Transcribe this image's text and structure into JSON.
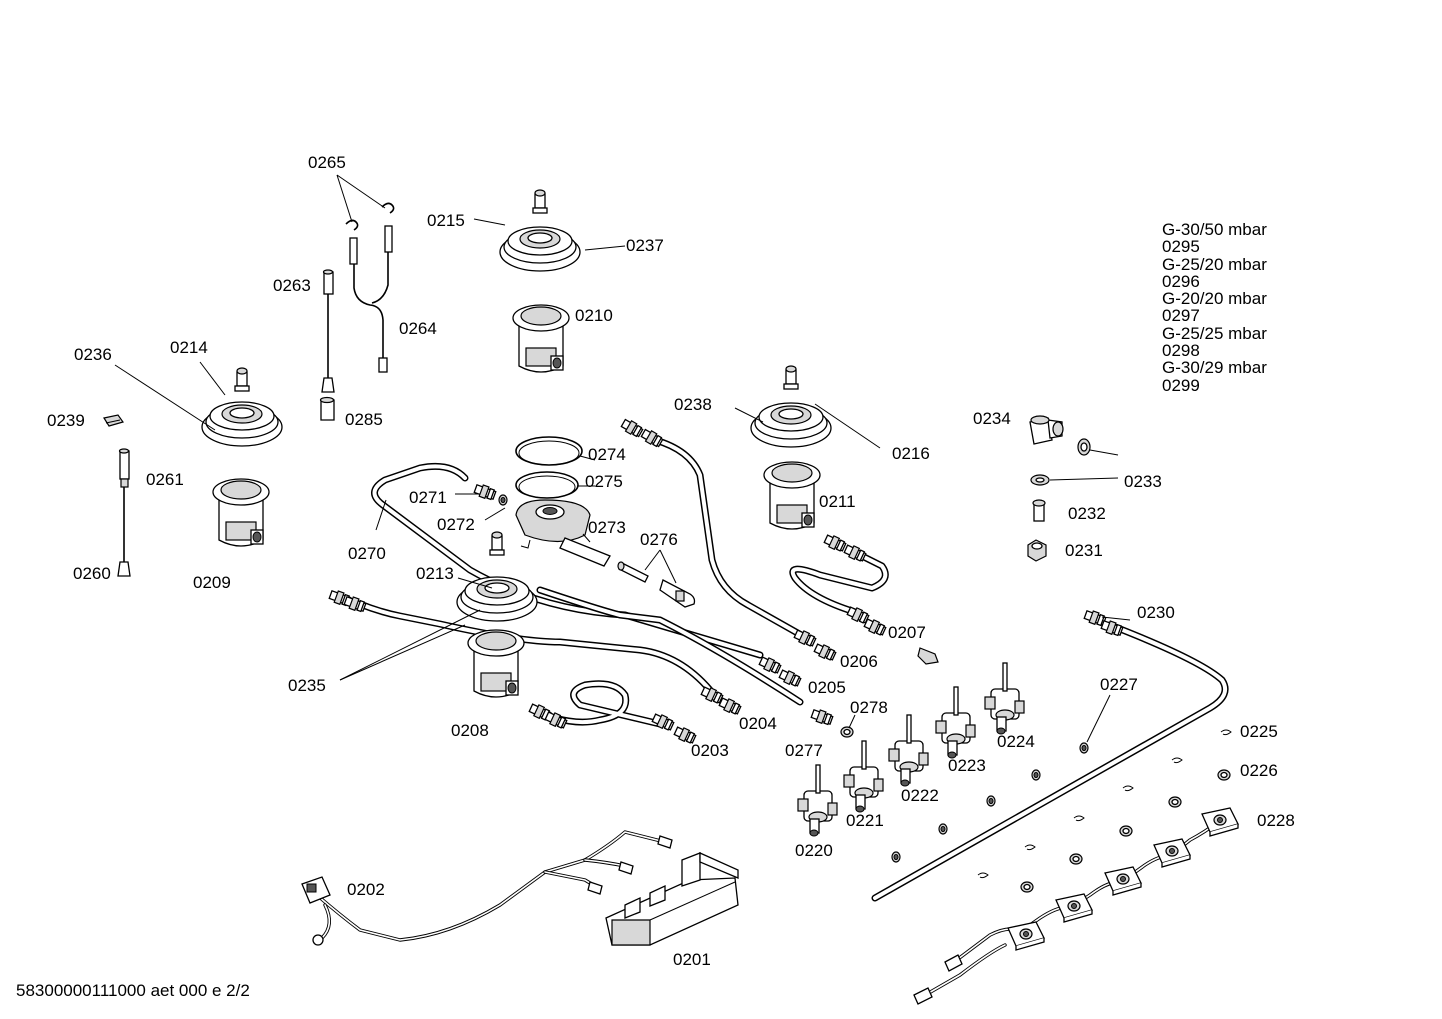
{
  "part_labels": {
    "p0201": "0201",
    "p0202": "0202",
    "p0203": "0203",
    "p0204": "0204",
    "p0205": "0205",
    "p0206": "0206",
    "p0207": "0207",
    "p0208": "0208",
    "p0209": "0209",
    "p0210": "0210",
    "p0211": "0211",
    "p0213": "0213",
    "p0214": "0214",
    "p0215": "0215",
    "p0216": "0216",
    "p0220": "0220",
    "p0221": "0221",
    "p0222": "0222",
    "p0223": "0223",
    "p0224": "0224",
    "p0225": "0225",
    "p0226": "0226",
    "p0227": "0227",
    "p0228": "0228",
    "p0230": "0230",
    "p0231": "0231",
    "p0232": "0232",
    "p0233": "0233",
    "p0234": "0234",
    "p0235": "0235",
    "p0236": "0236",
    "p0237": "0237",
    "p0238": "0238",
    "p0239": "0239",
    "p0260": "0260",
    "p0261": "0261",
    "p0263": "0263",
    "p0264": "0264",
    "p0265": "0265",
    "p0270": "0270",
    "p0271": "0271",
    "p0272": "0272",
    "p0273": "0273",
    "p0274": "0274",
    "p0275": "0275",
    "p0276": "0276",
    "p0277": "0277",
    "p0278": "0278",
    "p0285": "0285"
  },
  "gas_variants": [
    "G-30/50 mbar",
    "0295",
    "G-25/20 mbar",
    "0296",
    "G-20/20 mbar",
    "0297",
    "G-25/25 mbar",
    "0298",
    "G-30/29 mbar",
    "0299"
  ],
  "footer": "58300000111000 aet 000 e 2/2"
}
